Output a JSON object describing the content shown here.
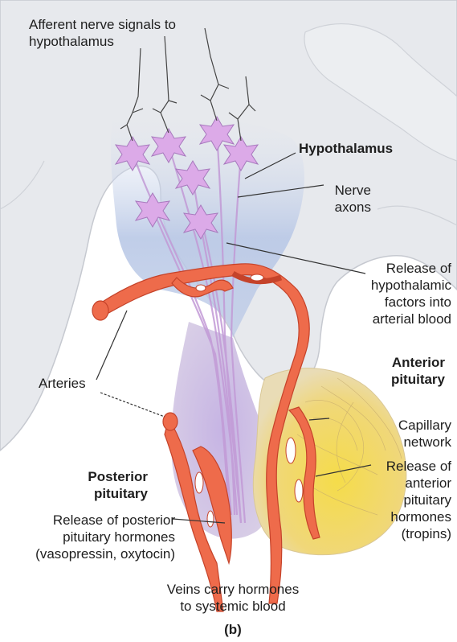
{
  "labels": {
    "afferent": "Afferent nerve signals to\nhypothalamus",
    "hypothalamus": "Hypothalamus",
    "nerve_axons": "Nerve\naxons",
    "release_hypothalamic": "Release of\nhypothalamic\nfactors into\narterial blood",
    "arteries": "Arteries",
    "anterior_pituitary": "Anterior\npituitary",
    "capillary_network": "Capillary\nnetwork",
    "release_anterior": "Release of\nanterior\npituitary\nhormones\n(tropins)",
    "posterior_pituitary": "Posterior\npituitary",
    "release_posterior": "Release of posterior\npituitary hormones\n(vasopressin, oxytocin)",
    "veins": "Veins carry hormones\nto systemic blood",
    "panel": "(b)"
  },
  "colors": {
    "brain": "#e6e8ec",
    "brain_edge": "#c9ccd2",
    "hypothalamus_tint": "#b9c8e6",
    "posterior_tint": "#c8b8e4",
    "anterior": "#f1d35a",
    "vessel": "#ee6a4a",
    "vessel_edge": "#c8452c",
    "neuron": "#d9a6e6",
    "axon": "#c69ad8",
    "leader": "#333333"
  }
}
